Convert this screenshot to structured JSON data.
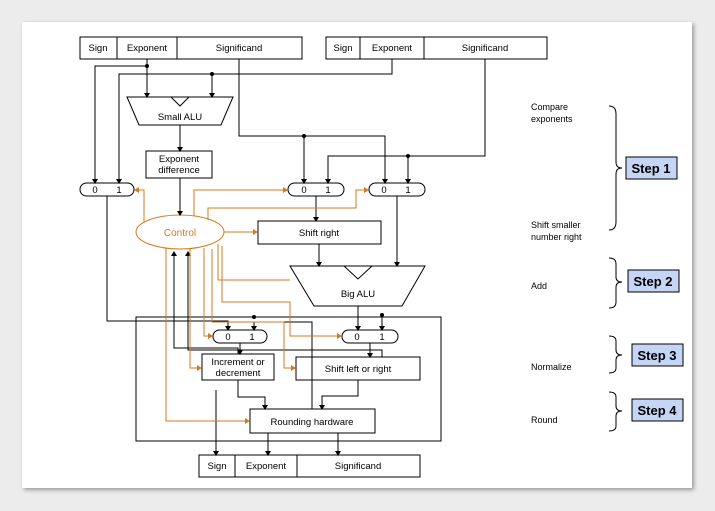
{
  "fields_top_left": {
    "sign": "Sign",
    "exponent": "Exponent",
    "significand": "Significand"
  },
  "fields_top_right": {
    "sign": "Sign",
    "exponent": "Exponent",
    "significand": "Significand"
  },
  "fields_bottom": {
    "sign": "Sign",
    "exponent": "Exponent",
    "significand": "Significand"
  },
  "blocks": {
    "small_alu": "Small ALU",
    "exp_diff_line1": "Exponent",
    "exp_diff_line2": "difference",
    "control": "Control",
    "shift_right": "Shift right",
    "big_alu": "Big ALU",
    "inc_dec_line1": "Increment or",
    "inc_dec_line2": "decrement",
    "shift_lr": "Shift left or right",
    "rounding": "Rounding hardware"
  },
  "mux": {
    "zero": "0",
    "one": "1"
  },
  "side_labels": {
    "compare_line1": "Compare",
    "compare_line2": "exponents",
    "shift_line1": "Shift smaller",
    "shift_line2": "number right",
    "add": "Add",
    "normalize": "Normalize",
    "round": "Round"
  },
  "steps": {
    "step1": "Step 1",
    "step2": "Step 2",
    "step3": "Step 3",
    "step4": "Step 4"
  },
  "colors": {
    "control_lines": "#d47a1e",
    "step_fill": "#c5d5f5"
  }
}
